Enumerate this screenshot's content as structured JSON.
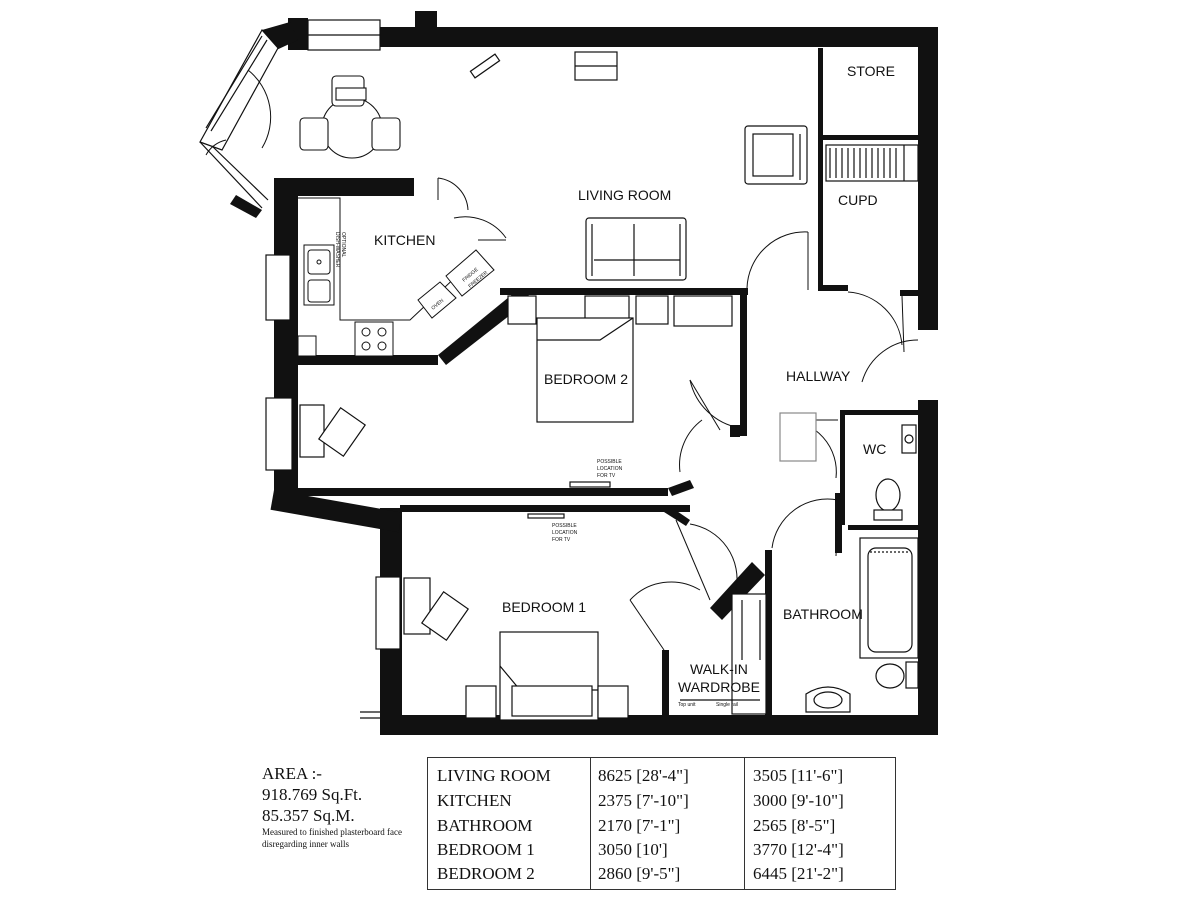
{
  "rooms": {
    "living_room": "LIVING ROOM",
    "kitchen": "KITCHEN",
    "store": "STORE",
    "cupd": "CUPD",
    "bedroom2": "BEDROOM 2",
    "hallway": "HALLWAY",
    "wc": "WC",
    "bedroom1": "BEDROOM 1",
    "bathroom": "BATHROOM",
    "walkin_line1": "WALK-IN",
    "walkin_line2": "WARDROBE"
  },
  "fixtures": {
    "dishwasher_line1": "OPTIONAL",
    "dishwasher_line2": "DISH-WASHER",
    "oven": "OVEN",
    "fridge_line1": "FRIDGE",
    "fridge_line2": "FREEZER",
    "tv_line1": "POSSIBLE",
    "tv_line2": "LOCATION",
    "tv_line3": "FOR TV",
    "rail_left": "Top unit",
    "rail_right": "Single rail"
  },
  "area": {
    "label": "AREA :-",
    "sqft": "918.769 Sq.Ft.",
    "sqm": "85.357 Sq.M.",
    "note_line1": "Measured to finished plasterboard face",
    "note_line2": "disregarding inner walls"
  },
  "dimensions": [
    {
      "room": "LIVING ROOM",
      "length": "8625 [28'-4\"]",
      "width": "3505 [11'-6\"]"
    },
    {
      "room": "KITCHEN",
      "length": "2375 [7'-10\"]",
      "width": "3000 [9'-10\"]"
    },
    {
      "room": "BATHROOM",
      "length": "2170 [7'-1\"]",
      "width": "2565 [8'-5\"]"
    },
    {
      "room": "BEDROOM 1",
      "length": "3050 [10']",
      "width": "3770 [12'-4\"]"
    },
    {
      "room": "BEDROOM 2",
      "length": "2860 [9'-5\"]",
      "width": "6445 [21'-2\"]"
    }
  ]
}
